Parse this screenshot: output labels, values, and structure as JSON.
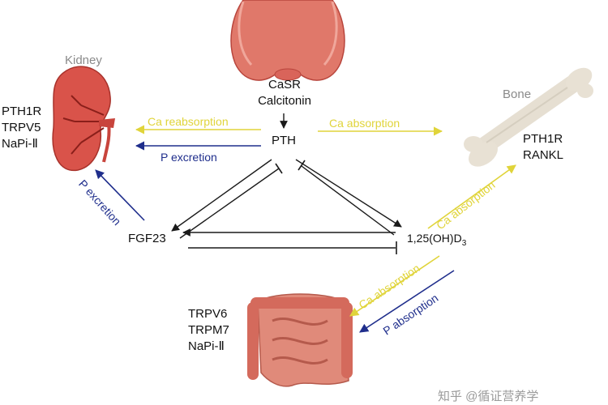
{
  "organs": {
    "thyroid": {
      "lines": [
        "CaSR",
        "Calcitonin"
      ]
    },
    "kidney": {
      "title": "Kidney",
      "receptors": [
        "PTH1R",
        "TRPV5",
        "NaPi-Ⅱ"
      ]
    },
    "bone": {
      "title": "Bone",
      "receptors": [
        "PTH1R",
        "RANKL"
      ]
    },
    "intestine": {
      "receptors": [
        "TRPV6",
        "TRPM7",
        "NaPi-Ⅱ"
      ]
    }
  },
  "nodes": {
    "pth": "PTH",
    "fgf23": "FGF23",
    "vitd_main": "1,25(OH)D",
    "vitd_sub": "3"
  },
  "edges": {
    "ca_reabsorption": "Ca reabsorption",
    "p_excretion_kidney": "P excretion",
    "ca_absorption_bone_top": "Ca absorption",
    "p_excretion_fgf23": "P excretion",
    "ca_absorption_bone_vitd": "Ca absorption",
    "ca_absorption_intestine": "Ca absorption",
    "p_absorption_intestine": "P absorption"
  },
  "colors": {
    "calcium": "#e0d43a",
    "phosphate": "#1f2e8c",
    "regulation": "#1a1a1a",
    "organ_red": "#d9645a"
  },
  "watermark": "知乎 @循证营养学"
}
